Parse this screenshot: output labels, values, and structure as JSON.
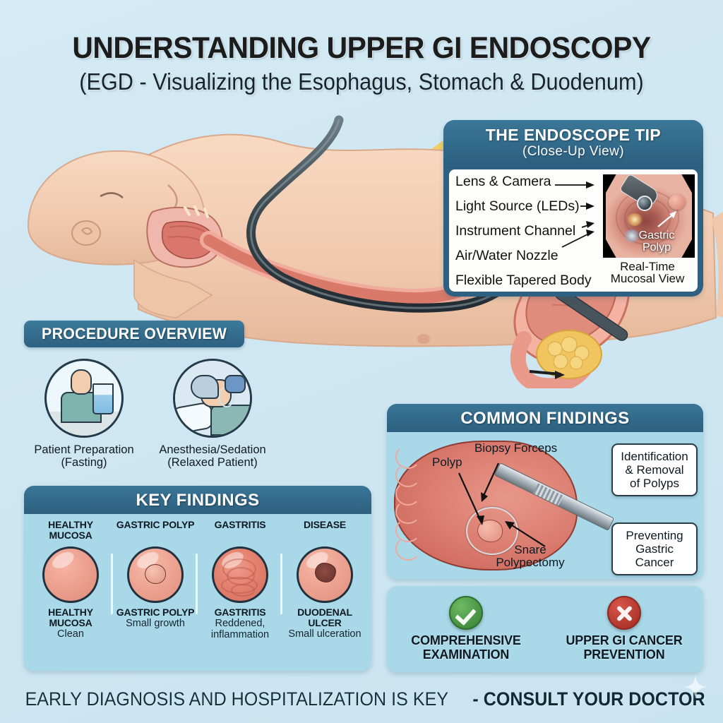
{
  "title": {
    "main": "UNDERSTANDING UPPER GI ENDOSCOPY",
    "sub": "(EGD - Visualizing the Esophagus, Stomach & Duodenum)"
  },
  "endoscope_panel": {
    "header_title": "THE ENDOSCOPE TIP",
    "header_sub": "(Close-Up View)",
    "labels": [
      "Lens & Camera",
      "Light Source (LEDs)",
      "Instrument Channel",
      "Air/Water Nozzle",
      "Flexible Tapered Body"
    ],
    "image_tag": "Gastric Polyp",
    "image_tag_line1": "Gastric",
    "image_tag_line2": "Polyp",
    "caption_line1": "Real-Time",
    "caption_line2": "Mucosal View"
  },
  "procedure_overview": {
    "header": "PROCEDURE OVERVIEW",
    "items": [
      {
        "line1": "Patient Preparation",
        "line2": "(Fasting)",
        "icon": "patient-with-water-glass-icon"
      },
      {
        "line1": "Anesthesia/Sedation",
        "line2": "(Relaxed Patient)",
        "icon": "sedated-patient-icon"
      }
    ]
  },
  "key_findings": {
    "header": "KEY FINDINGS",
    "items": [
      {
        "top_label": "HEALTHY MUCOSA",
        "name": "HEALTHY MUCOSA",
        "desc": "Clean",
        "swatch": "#eb9d8c"
      },
      {
        "top_label": "GASTRIC POLYP",
        "name": "GASTRIC POLYP",
        "desc": "Small growth",
        "swatch": "#ec9f8e"
      },
      {
        "top_label": "GASTRITIS",
        "name": "GASTRITIS",
        "desc": "Reddened, inflammation",
        "swatch": "#e4806e"
      },
      {
        "top_label": "DISEASE",
        "name": "DUODENAL ULCER",
        "desc": "Small ulceration",
        "swatch": "#eb9e8d"
      }
    ]
  },
  "common_findings": {
    "header": "COMMON FINDINGS",
    "annotations": [
      {
        "label": "Polyp"
      },
      {
        "label": "Biopsy Forceps"
      },
      {
        "label": "Snare Polypectomy"
      }
    ],
    "callouts": [
      "Identification & Removal of Polyps",
      "Preventing Gastric Cancer"
    ],
    "callout_1_lines": [
      "Identification",
      "& Removal",
      "of Polyps"
    ],
    "callout_2_lines": [
      "Preventing",
      "Gastric Cancer"
    ]
  },
  "benefits": [
    {
      "icon": "check-circle-icon",
      "line1": "COMPREHENSIVE",
      "line2": "EXAMINATION",
      "color": "#4c9a48"
    },
    {
      "icon": "x-circle-icon",
      "line1": "UPPER GI CANCER",
      "line2": "PREVENTION",
      "color": "#c0392b"
    }
  ],
  "footer": {
    "normal": "EARLY DIAGNOSIS AND HOSPITALIZATION IS KEY ",
    "bold": "- CONSULT YOUR DOCTOR"
  },
  "colors": {
    "background": "#cfe8f3",
    "header_bar": "#2d6081",
    "panel_fill": "#a9d8e9",
    "light_beam": "#f5cf5c",
    "skin": "#f2cdb0",
    "mucosa": "#dd8174",
    "success": "#4c9a48",
    "danger": "#c0392b"
  }
}
